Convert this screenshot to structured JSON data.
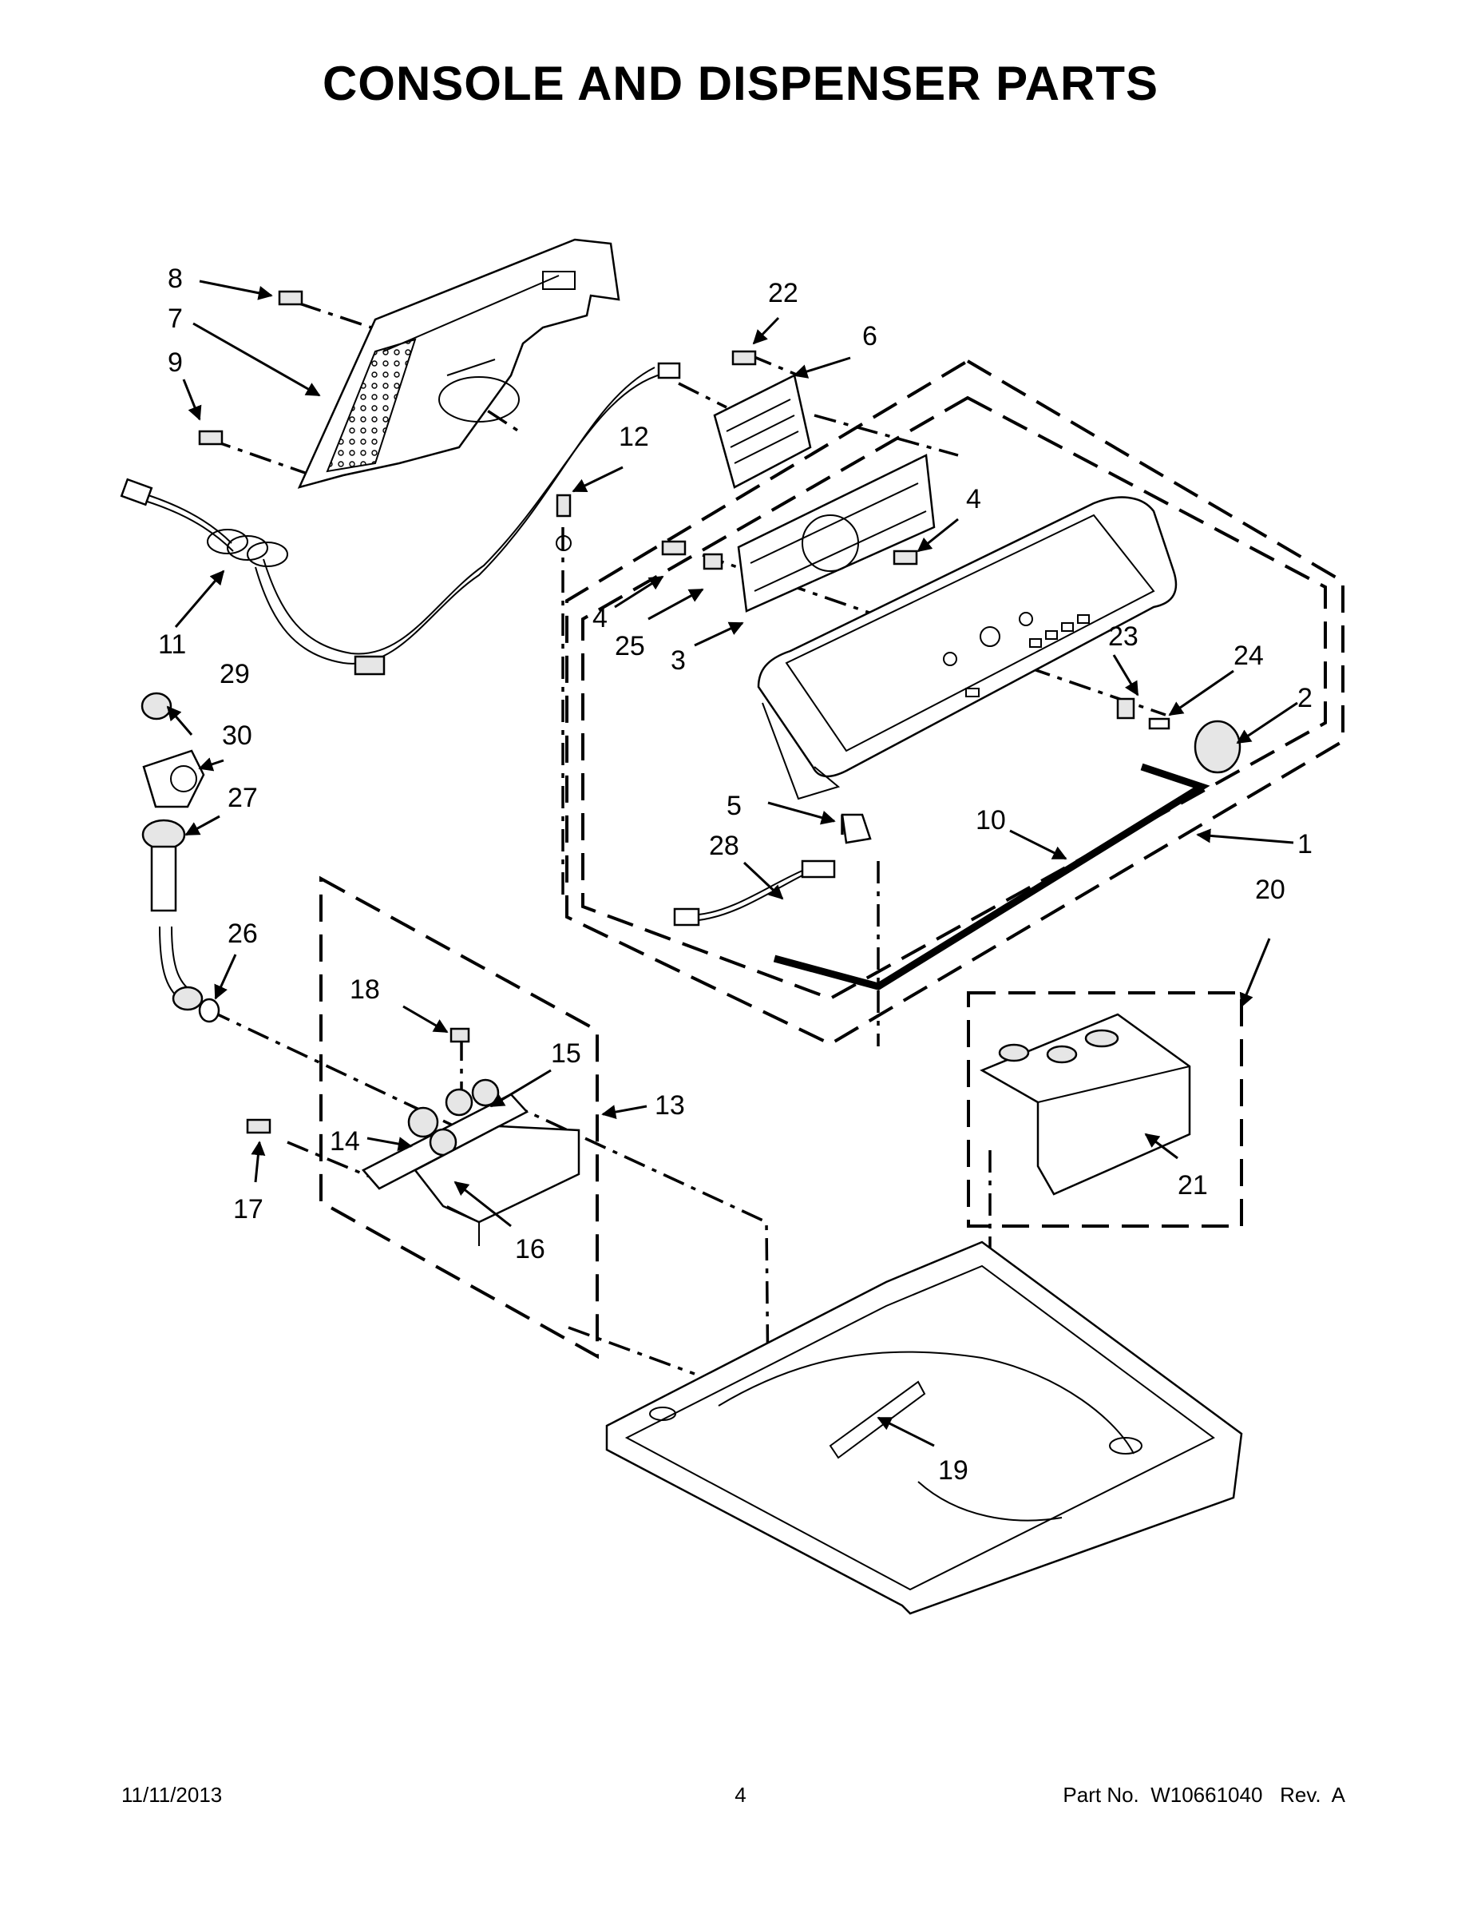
{
  "title": "CONSOLE AND DISPENSER PARTS",
  "callouts": [
    "1",
    "2",
    "3",
    "4",
    "4",
    "5",
    "6",
    "7",
    "8",
    "9",
    "10",
    "11",
    "12",
    "13",
    "14",
    "15",
    "16",
    "17",
    "18",
    "19",
    "20",
    "21",
    "22",
    "23",
    "24",
    "25",
    "26",
    "27",
    "28",
    "29",
    "30"
  ],
  "footer": {
    "date": "11/11/2013",
    "page": "4",
    "part_no": "Part No.  W10661040   Rev.  A"
  }
}
